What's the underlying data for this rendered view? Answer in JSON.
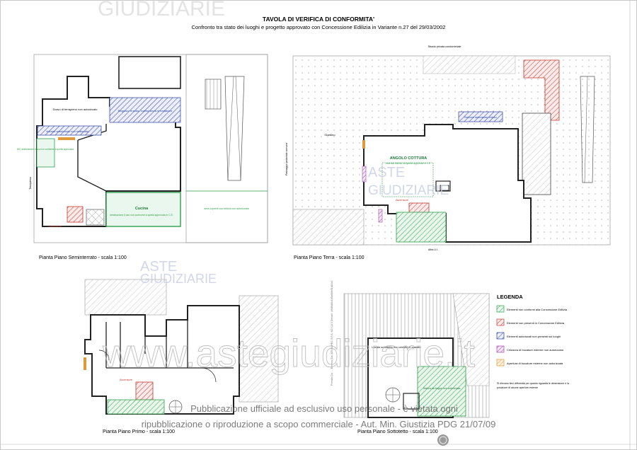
{
  "header": {
    "title": "TAVOLA DI VERIFICA DI CONFORMITA'",
    "subtitle": "Confronto tra stato dei luoghi e progetto approvato con Concessione Edilizia in Variante n.27 del 29/03/2002"
  },
  "watermarks": {
    "aste_top": "GIUDIZIARIE",
    "aste_1": "ASTE",
    "aste_1b": "GIUDIZIARIE",
    "aste_2": "ASTE",
    "aste_2b": "GIUDIZIARIE",
    "site": "www.astegiudiziarie.it",
    "notice_line1": "Pubblicazione ufficiale ad esclusivo uso personale - è vietata ogni",
    "notice_line2": "ripubblicazione o riproduzione a scopo commerciale - Aut. Min. Giustizia PDG 21/07/09"
  },
  "plans": {
    "seminterrato": {
      "caption": "Pianta Piano Seminterrato - scala 1:100",
      "labels": {
        "scavo": "Scavo di terrapieno non autorizzato",
        "ringrosso": "Ringrosso di scala - tromba senza di fondazione",
        "volume": "Volume autorizzato non realizzato",
        "wc": "WC destinazione d'uso non conforme a quella approvata",
        "cucina": "Cucina",
        "cucina_note": "destinazione d'uso non conforme a quella approvata in C.E.",
        "area": "area coperta con tettoia non autorizzata",
        "terrapieno": "Terrapieno",
        "ascensore": "Ascensore"
      }
    },
    "terra": {
      "caption": "Pianta Piano Terra - scala 1:100",
      "labels": {
        "strada": "Strada privata condominiale",
        "giardino": "Giardino",
        "passaggio": "Passaggio pedonale comune",
        "balcone": "Balcone autorizzato chiuso",
        "angolo": "ANGOLO COTTURA",
        "angolo_note": "essendo diverso da quanto approvato in C.E.",
        "ascensore": "Ascensore",
        "altro": "Altra U.I."
      }
    },
    "primo": {
      "caption": "Pianta Piano Primo - scala 1:100",
      "labels": {
        "ascensore": "Ascensore"
      }
    },
    "sottotetto": {
      "caption": "Pianta Piano Sottotetto - scala 1:100",
      "labels": {
        "locale": "Locale sottotetto non censito in catasto",
        "stanza": "Stanza da bagno non autorizzata"
      }
    }
  },
  "legend": {
    "title": "LEGENDA",
    "items": [
      {
        "label": "Elementi non conformi alla Concessione Edilizia",
        "color": "#2e9e4a"
      },
      {
        "label": "Elementi non presenti in Concessione Edilizia",
        "color": "#c0392b"
      },
      {
        "label": "Elementi autorizzati non presenti sui luoghi",
        "color": "#2a3f9e"
      },
      {
        "label": "Chiusura di bucature esterne non autorizzata",
        "color": "#a04aa8"
      },
      {
        "label": "Apertura di bucature esterne non autorizzata",
        "color": "#e09a3a"
      }
    ],
    "note": "Si rilevano lievi difformità per quanto riguarda le dimensione e la posizione di alcune aperture esterne"
  },
  "side_text": "Firmato Da: ... Emesso Da: ARUBAPEC S.P.A. NG CA 3 Serial#: 1f0d9d6fc1b9a66fe91d84c3"
}
